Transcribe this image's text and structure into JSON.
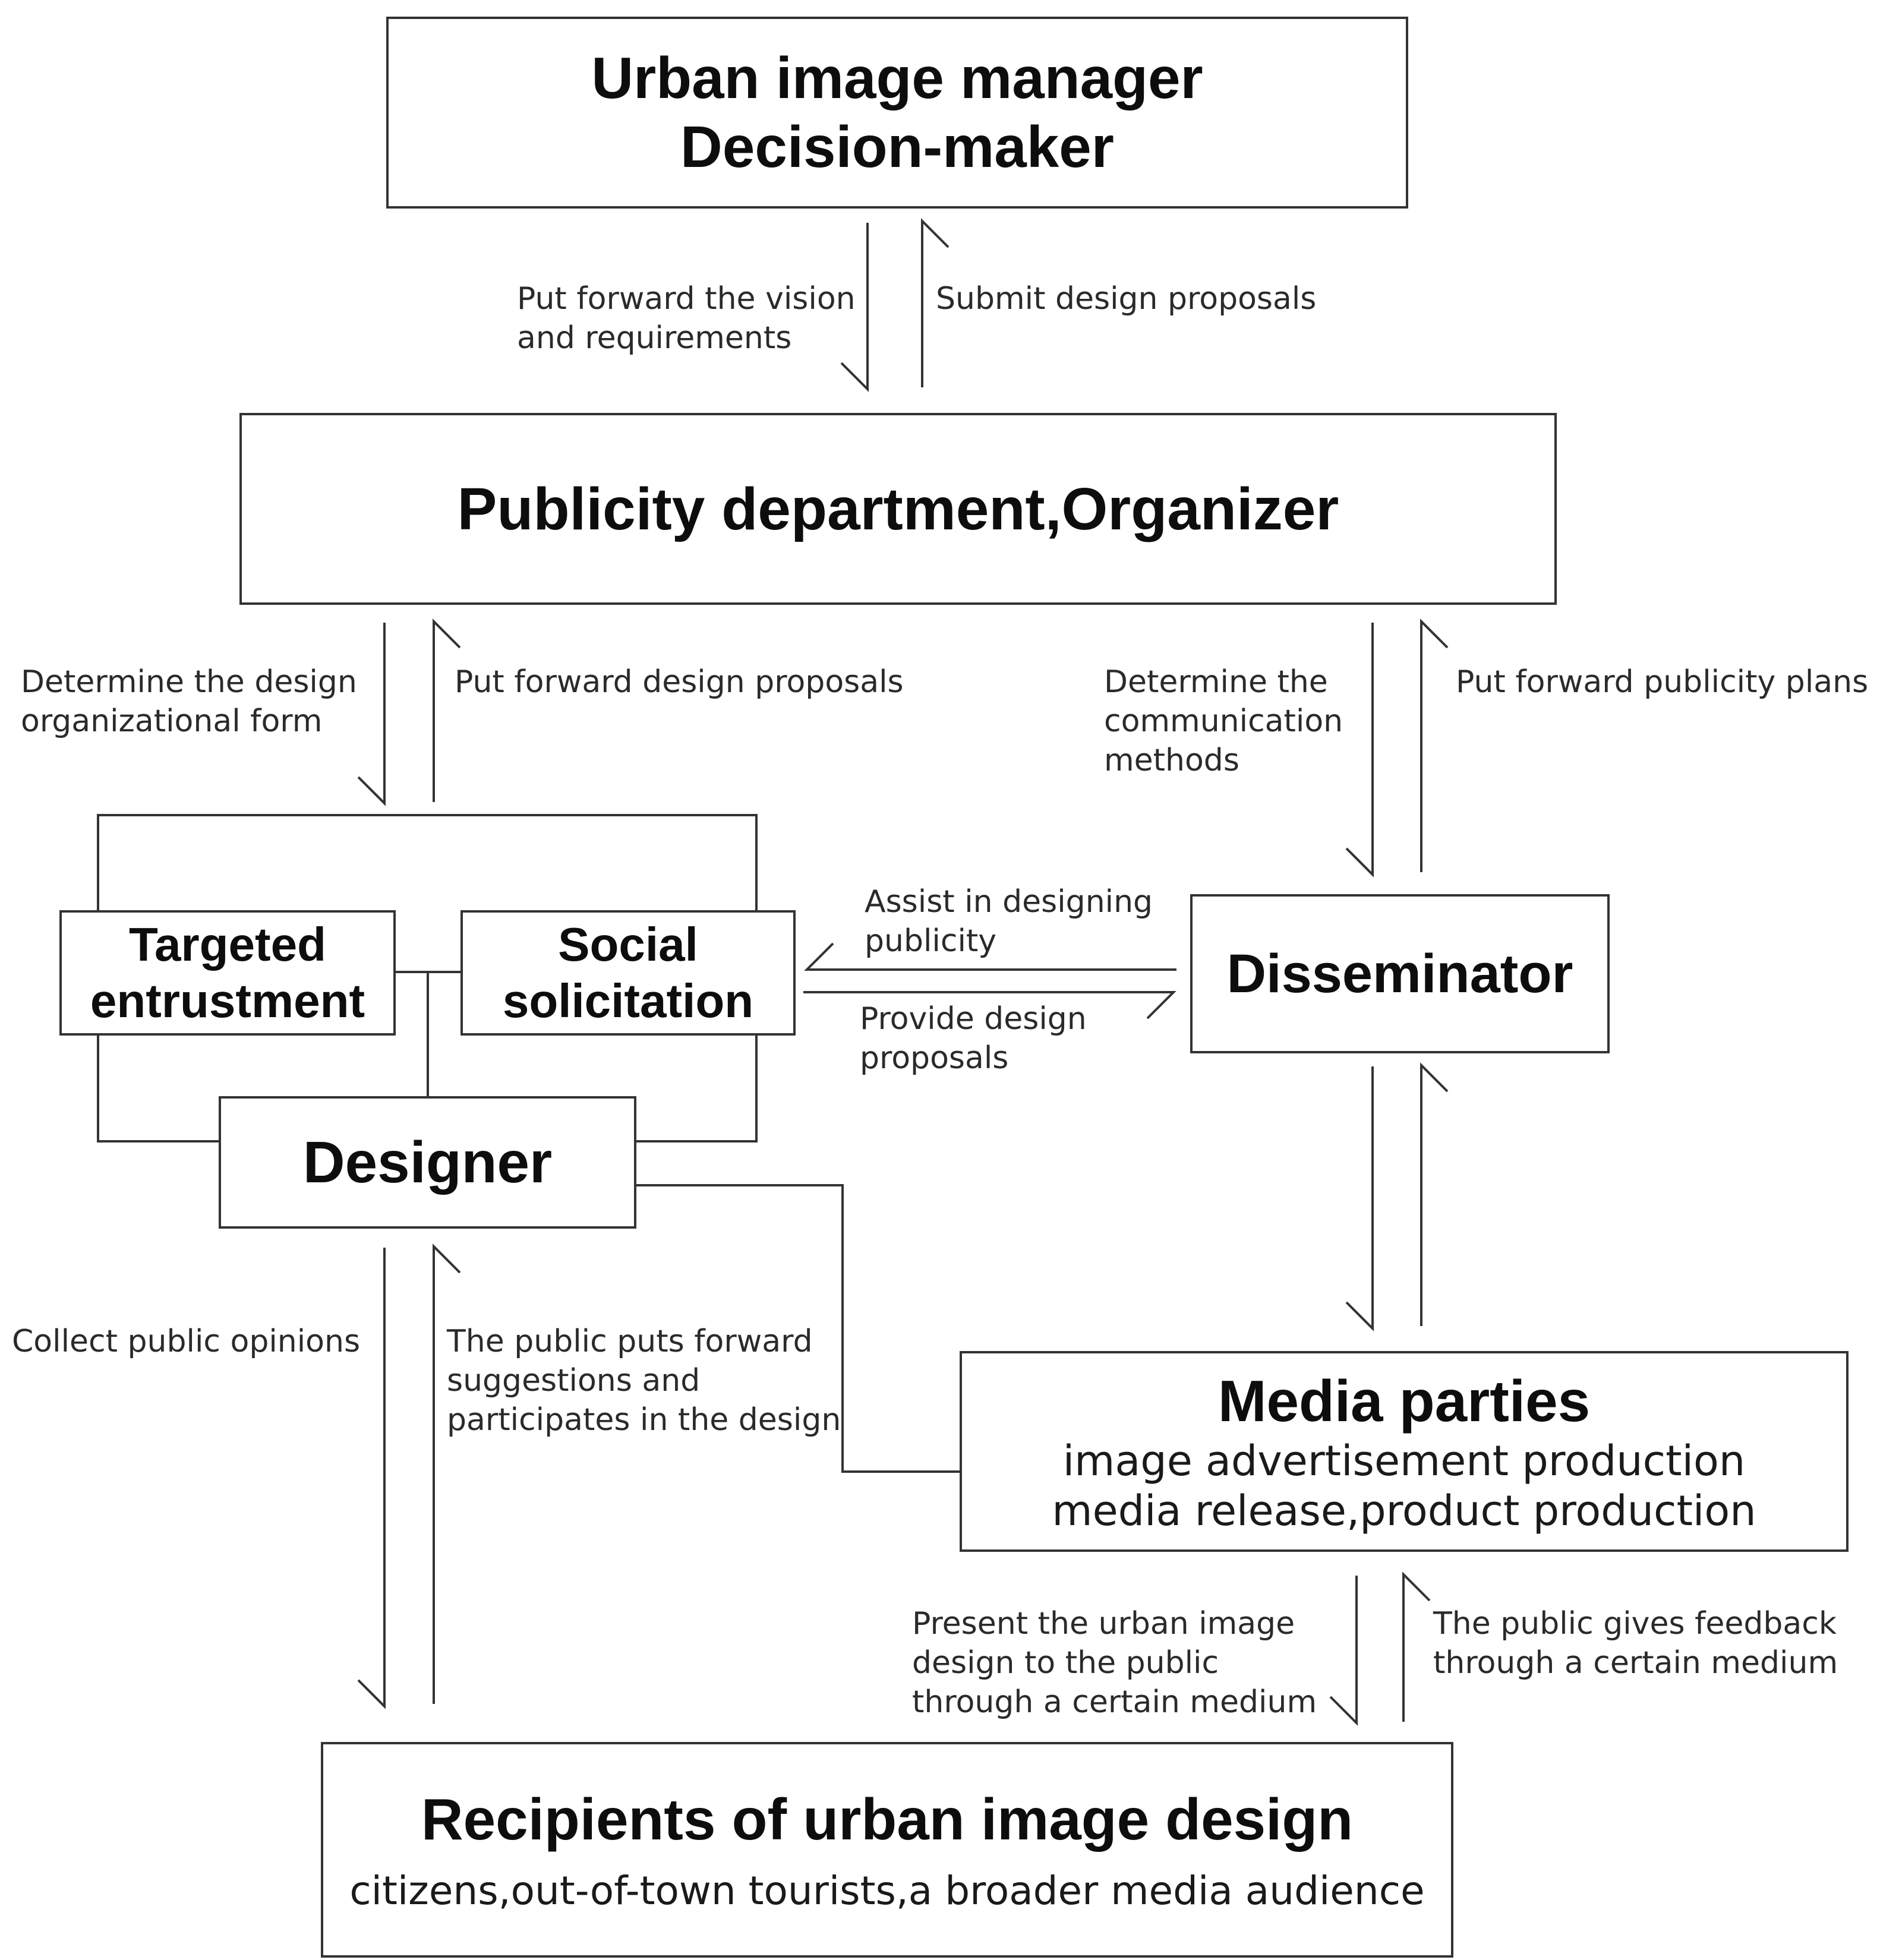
{
  "nodes": {
    "manager": {
      "line1": "Urban image manager",
      "line2": "Decision-maker"
    },
    "publicity": {
      "title": "Publicity department,Organizer"
    },
    "targeted": {
      "line1": "Targeted",
      "line2": "entrustment"
    },
    "social": {
      "line1": "Social",
      "line2": "solicitation"
    },
    "designer": {
      "title": "Designer"
    },
    "disseminator": {
      "title": "Disseminator"
    },
    "media": {
      "title": "Media parties",
      "sub1": "image advertisement production",
      "sub2": "media release,product production"
    },
    "recipients": {
      "title": "Recipients of urban image design",
      "sub": "citizens,out-of-town tourists,a broader media audience"
    }
  },
  "edges": {
    "vision": {
      "line1": "Put forward the vision",
      "line2": "and requirements"
    },
    "submit": {
      "line1": "Submit design proposals"
    },
    "org_form": {
      "line1": "Determine the design",
      "line2": "organizational form"
    },
    "design_proposals": {
      "line1": "Put forward design proposals"
    },
    "comm_methods": {
      "line1": "Determine the",
      "line2": "communication",
      "line3": "methods"
    },
    "publicity_plans": {
      "line1": "Put forward publicity plans"
    },
    "assist": {
      "line1": "Assist in designing",
      "line2": "publicity"
    },
    "provide": {
      "line1": "Provide design",
      "line2": "proposals"
    },
    "collect": {
      "line1": "Collect public opinions"
    },
    "public_suggest": {
      "line1": "The public puts forward",
      "line2": "suggestions and",
      "line3": "participates in the design"
    },
    "present": {
      "line1": "Present the urban image",
      "line2": "design to the public",
      "line3": "through a certain medium"
    },
    "feedback": {
      "line1": "The public gives feedback",
      "line2": "through a certain medium"
    }
  }
}
